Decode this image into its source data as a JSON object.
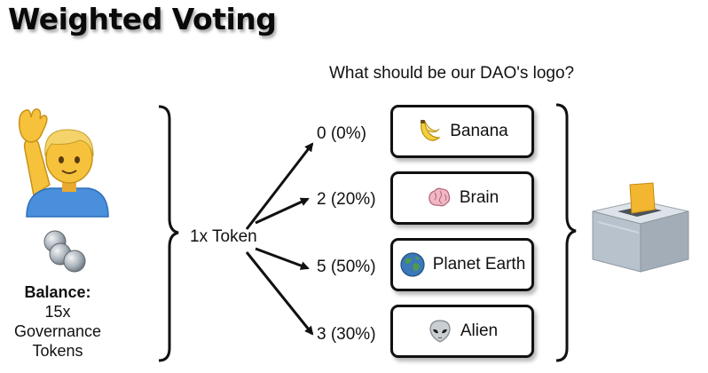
{
  "title": "Weighted Voting",
  "question": "What should be our DAO's logo?",
  "voter": {
    "balance_label": "Balance:",
    "balance_line1": "15x Governance",
    "balance_line2": "Tokens"
  },
  "vote_weight": "1x Token",
  "options": [
    {
      "votes": "0 (0%)",
      "label": "Banana",
      "icon": "banana-icon"
    },
    {
      "votes": "2 (20%)",
      "label": "Brain",
      "icon": "brain-icon"
    },
    {
      "votes": "5 (50%)",
      "label": "Planet Earth",
      "icon": "earth-icon"
    },
    {
      "votes": "3 (30%)",
      "label": "Alien",
      "icon": "alien-icon"
    }
  ],
  "icons": {
    "voter": "person-raising-hand-icon",
    "coins": "coins-icon",
    "ballot_box": "ballot-box-icon"
  },
  "colors": {
    "text": "#111111",
    "skin": "#f6c23b",
    "box": "#b8c2cc",
    "ballot": "#f2b630"
  }
}
